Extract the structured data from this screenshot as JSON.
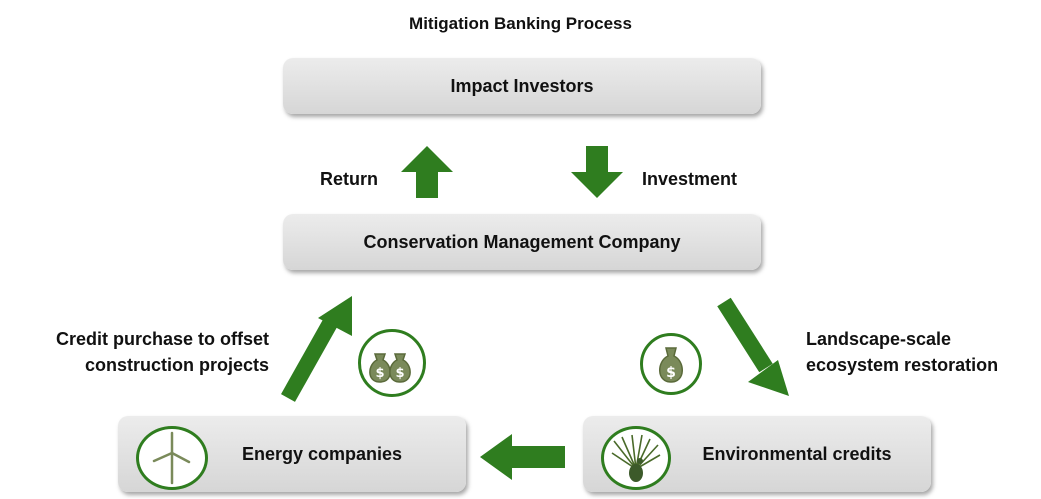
{
  "title": "Mitigation Banking Process",
  "nodes": {
    "impact_investors": "Impact Investors",
    "conservation_company": "Conservation Management Company",
    "energy_companies": "Energy companies",
    "environmental_credits": "Environmental credits"
  },
  "edges": {
    "return": "Return",
    "investment": "Investment",
    "credit_purchase_line1": "Credit purchase to offset",
    "credit_purchase_line2": "construction projects",
    "restoration_line1": "Landscape-scale",
    "restoration_line2": "ecosystem restoration"
  },
  "icons": [
    "money-bags-icon",
    "money-bag-icon",
    "wind-turbine-icon",
    "peacock-icon"
  ],
  "colors": {
    "arrow": "#2f7d1f",
    "box": "#dcdcdc"
  }
}
